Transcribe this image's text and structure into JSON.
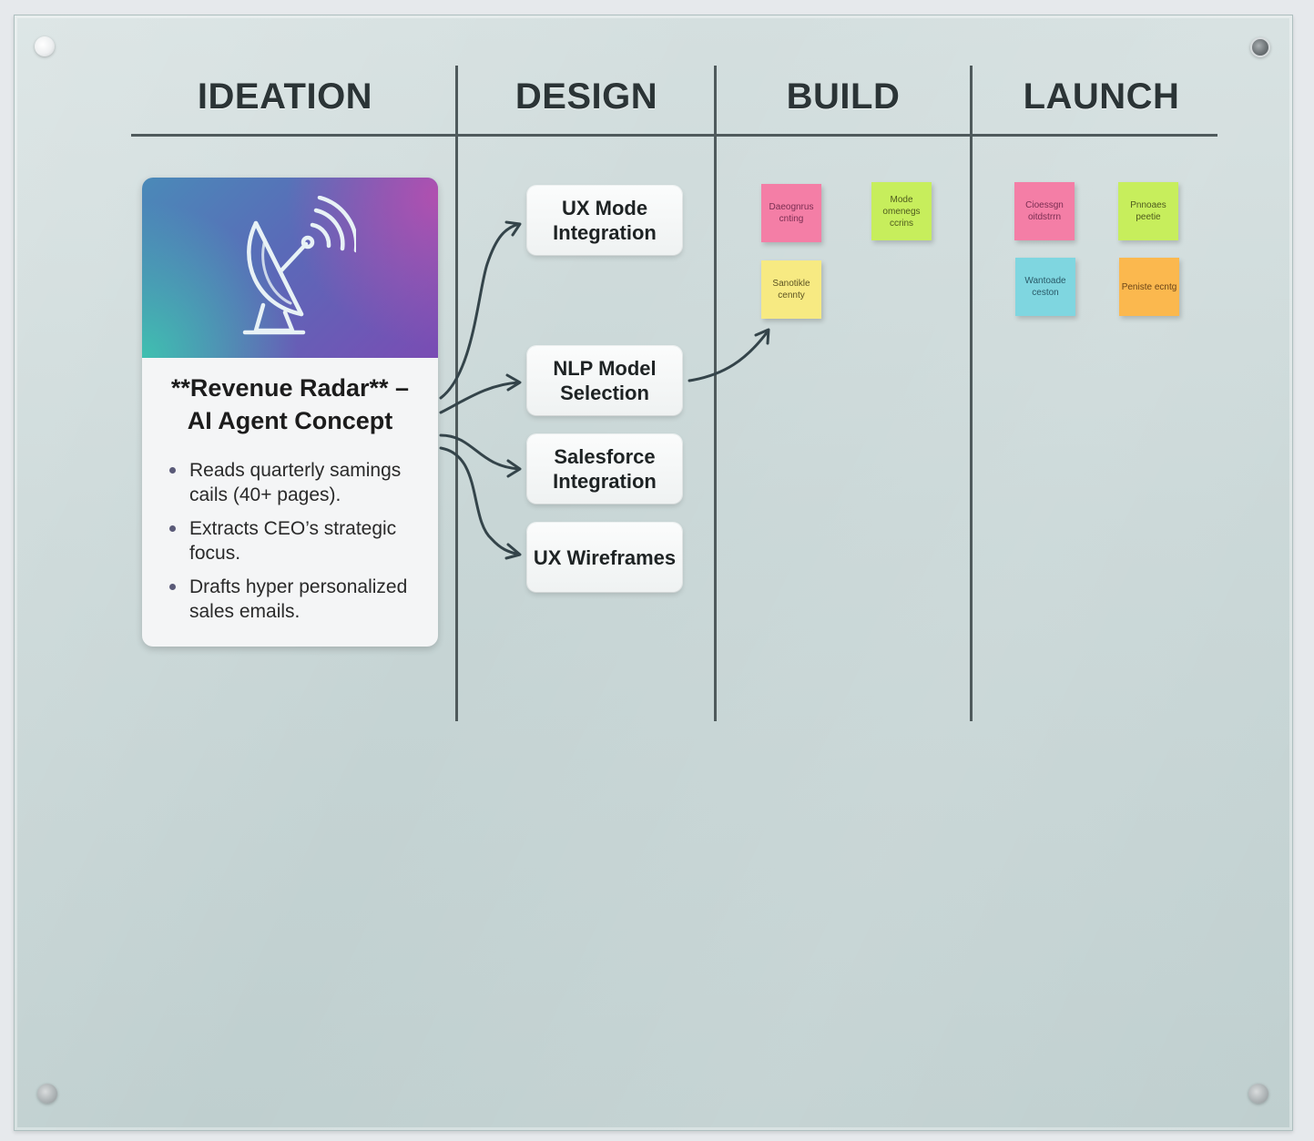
{
  "board": {
    "columns": [
      {
        "id": "ideation",
        "label": "IDEATION"
      },
      {
        "id": "design",
        "label": "DESIGN"
      },
      {
        "id": "build",
        "label": "BUILD"
      },
      {
        "id": "launch",
        "label": "LAUNCH"
      }
    ],
    "line_color": "#4f5a5c"
  },
  "concept_card": {
    "icon": "satellite-dish-icon",
    "title_line1": "**Revenue Radar** –",
    "title_line2": "AI Agent Concept",
    "bullets": [
      "Reads quarterly samings cails (40+ pages).",
      "Extracts CEO’s strategic focus.",
      "Drafts hyper personalized sales emails."
    ],
    "gradient_colors": [
      "#3fc0b0",
      "#5a6ab8",
      "#b050b0"
    ]
  },
  "design_tasks": [
    {
      "label": "UX Mode Integration"
    },
    {
      "label": "NLP Model Selection"
    },
    {
      "label": "Salesforce Integration"
    },
    {
      "label": "UX Wireframes"
    }
  ],
  "build_stickies": [
    {
      "text": "Daeognrus cnting",
      "color": "#f47ea6",
      "text_color": "#7a2e52"
    },
    {
      "text": "Mode omenegs ccrins",
      "color": "#c7ee5c",
      "text_color": "#4e5a1e"
    },
    {
      "text": "Sanotikle cennty",
      "color": "#f7ea82",
      "text_color": "#5c5322"
    }
  ],
  "launch_stickies": [
    {
      "text": "Cioessgn oitdstrrn",
      "color": "#f47ea6",
      "text_color": "#7a2e52"
    },
    {
      "text": "Pnnoaes peetie",
      "color": "#c7ee5c",
      "text_color": "#4e5a1e"
    },
    {
      "text": "Wantoade ceston",
      "color": "#7fd6e0",
      "text_color": "#2a5a68"
    },
    {
      "text": "Peniste ecntg",
      "color": "#fbb84e",
      "text_color": "#6a4418"
    }
  ]
}
